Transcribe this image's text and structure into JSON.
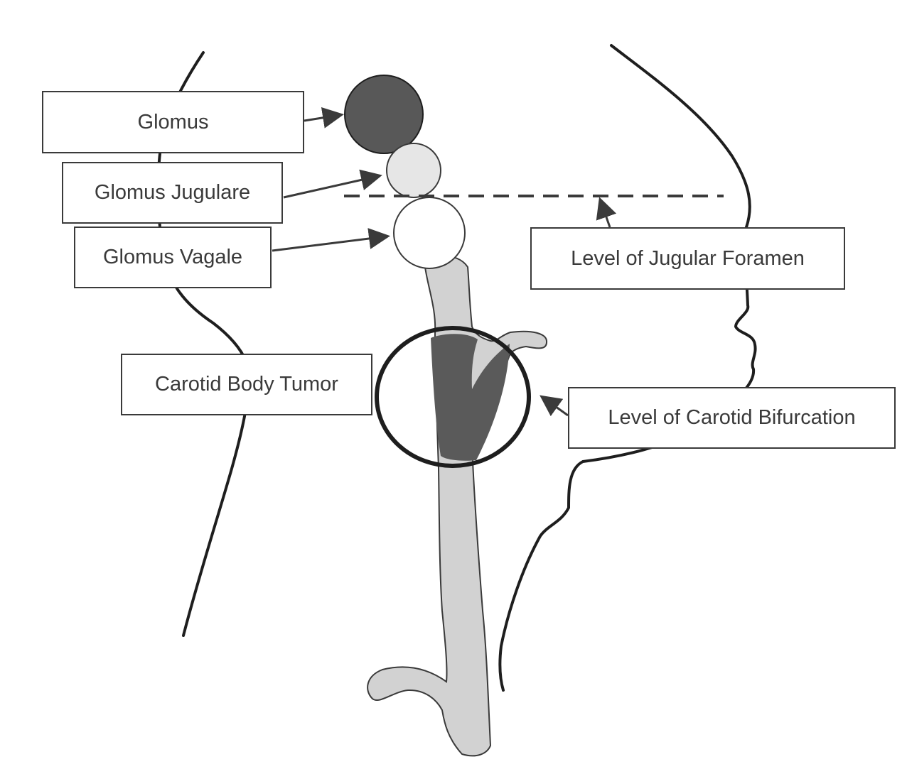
{
  "labels": {
    "glomus": "Glomus",
    "glomus_jugulare": "Glomus Jugulare",
    "glomus_vagale": "Glomus Vagale",
    "carotid_body_tumor": "Carotid Body Tumor",
    "level_jugular_foramen": "Level of Jugular Foramen",
    "level_carotid_bifurcation": "Level of Carotid Bifurcation"
  },
  "colors": {
    "line": "#1e1e1e",
    "box_border": "#3a3a3a",
    "text": "#3a3a3a",
    "glomus_fill": "#585858",
    "jugulare_fill": "#e6e6e6",
    "vagale_fill": "#ffffff",
    "vessel_fill": "#d2d2d2",
    "tumor_fill": "#5a5a5a"
  }
}
